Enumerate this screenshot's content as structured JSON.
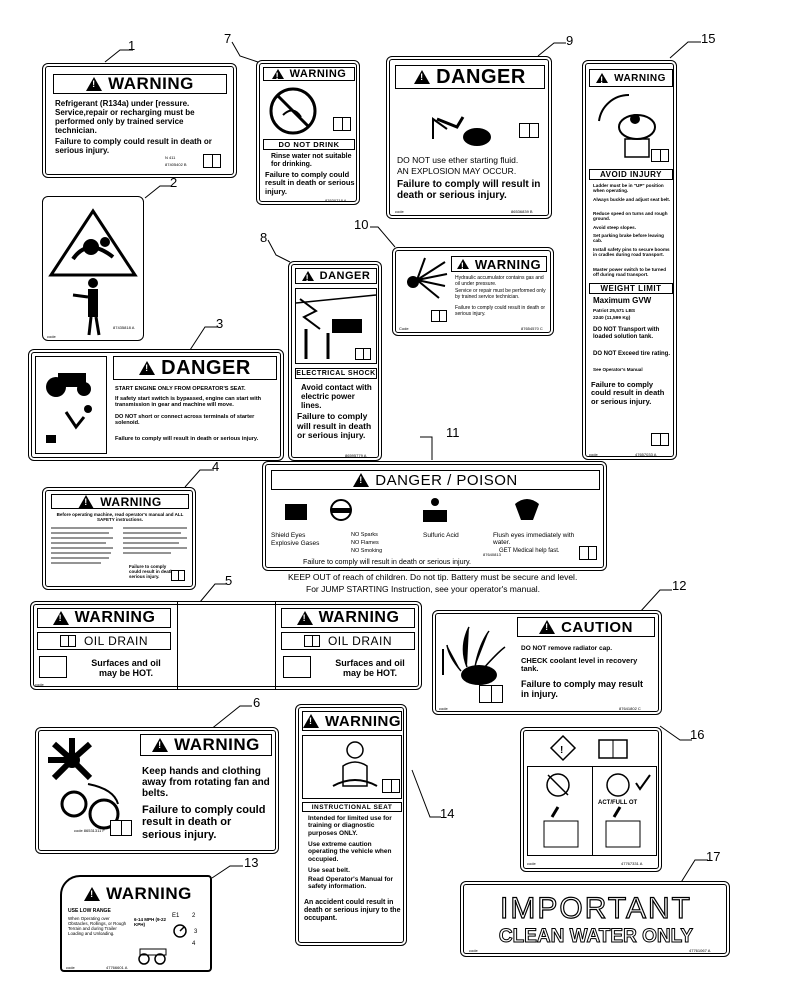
{
  "callouts": [
    "1",
    "2",
    "3",
    "4",
    "5",
    "6",
    "7",
    "8",
    "9",
    "10",
    "11",
    "12",
    "13",
    "14",
    "15",
    "16",
    "17"
  ],
  "d1": {
    "head": "WARNING",
    "body": "Refrigerant (R134a) under [ressure. Service,repair or recharging must be performed only by trained service technician.",
    "foot": "Failure to comply could result in death or serious injury.",
    "code1": "N 411",
    "code2": "87405402 B"
  },
  "d2": {
    "code": "87435818 A",
    "code0": "code"
  },
  "d3": {
    "head": "DANGER",
    "l1": "START ENGINE ONLY FROM OPERATOR'S SEAT.",
    "l2": "If safety start switch is bypassed, engine can start with transmission in gear and machine will move.",
    "l3": "DO NOT short or connect across terminals of starter solenoid.",
    "l4": "Failure to comply will result in death or serious injury."
  },
  "d4": {
    "head": "WARNING",
    "intro": "Before operating machine, read operator's manual and ALL SAFETY instructions.",
    "foot": "Failure to comply could result in death or serious injury."
  },
  "d5": {
    "head": "WARNING",
    "oil": "OIL DRAIN",
    "hot": "Surfaces and oil may be HOT.",
    "code": "code"
  },
  "d6": {
    "head": "WARNING",
    "body": "Keep hands and clothing away from rotating fan and belts.",
    "foot": "Failure to comply could result in death or serious injury.",
    "code": "code 86531311 F"
  },
  "d7": {
    "head": "WARNING",
    "title": "DO NOT DRINK",
    "l1": "Rinse water not suitable for drinking.",
    "foot": "Failure to comply could result in death or serious injury.",
    "code": "87630718 A"
  },
  "d8": {
    "head": "DANGER",
    "title": "ELECTRICAL SHOCK",
    "l1": "Avoid contact with electric power lines.",
    "foot": "Failure to comply will result in death or serious injury.",
    "code": "86595779 A"
  },
  "d9": {
    "head": "DANGER",
    "l1": "DO NOT use ether starting fluid.",
    "l2": "AN EXPLOSION MAY OCCUR.",
    "foot": "Failure to comply will result in death or serious injury.",
    "code": "86536839 B",
    "code0": "code"
  },
  "d10": {
    "head": "WARNING",
    "l1": "Hydraulic accumulator contains gas and oil under pressure.",
    "l2": "Service or repair must be performed only by trained service technician.",
    "l3": "Failure to comply could result in death or serious injury.",
    "code": "87654570 C",
    "code0": "Code"
  },
  "d11": {
    "head": "DANGER / POISON",
    "i1": "Shield Eyes",
    "i2": "Explosive Gases",
    "i3": "NO Sparks",
    "i4": "NO Flames",
    "i5": "NO Smoking",
    "i6": "Sulfuric Acid",
    "i7": "Flush eyes immediately with water.",
    "i8": "GET Medical help fast.",
    "foot": "Failure to comply will result in death or serious injury.",
    "below1": "KEEP OUT of reach of children.  Do not tip.  Battery must be secure and level.",
    "below2": "For JUMP STARTING Instruction, see your operator's manual.",
    "code": "87640813"
  },
  "d12": {
    "head": "CAUTION",
    "l1": "DO NOT remove radiator cap.",
    "l2": "CHECK coolant level in recovery tank.",
    "foot": "Failure to comply may result in injury.",
    "code": "87641802 C",
    "code0": "code"
  },
  "d13": {
    "head": "WARNING",
    "l1": "USE LOW RANGE",
    "l2": "When Operating over Obstacles, Rollings, or Rough Terrain and during Trailer Loading and Unloading.",
    "speed": "6-14 MPH (9-22 KPH)",
    "code": "47766601 A",
    "code0": "code"
  },
  "d14": {
    "head": "WARNING",
    "title": "INSTRUCTIONAL SEAT",
    "l1": "Intended for limited use for training or diagnostic purposes ONLY.",
    "l2": "Use extreme caution operating the vehicle when occupied.",
    "l3": "Use seat belt.",
    "l4": "Read Operator's Manual for safety information.",
    "foot": "An accident could result in death or serious injury to the occupant."
  },
  "d15": {
    "head": "WARNING",
    "title": "AVOID INJURY",
    "l1": "Ladder must be in \"UP\" position when operating.",
    "l2": "Always buckle and adjust seat belt.",
    "l3": "Reduce speed on turns and rough ground.",
    "l4": "Avoid steep slopes.",
    "l5": "Set parking brake before leaving cab.",
    "l6": "Install safety pins to secure booms in cradles during road transport.",
    "l7": "Master power switch to be turned off during road transport.",
    "wl": "WEIGHT LIMIT",
    "mg": "Maximum GVW",
    "p1": "Patriot  25,571 LBS",
    "p2": "2240     (11,599 Kg)",
    "t1": "DO NOT Transport with loaded solution tank.",
    "t2": "DO NOT Exceed tire rating.",
    "see": "See Operator's Manual",
    "foot": "Failure to comply could result in death or serious injury.",
    "code": "47657033 A",
    "code0": "code"
  },
  "d16": {
    "lbl": "ACT/FULL OT",
    "code": "47767331 A",
    "code0": "code"
  },
  "d17": {
    "l1": "IMPORTANT",
    "l2": "CLEAN WATER ONLY",
    "code": "47761067 A",
    "code0": "code"
  }
}
